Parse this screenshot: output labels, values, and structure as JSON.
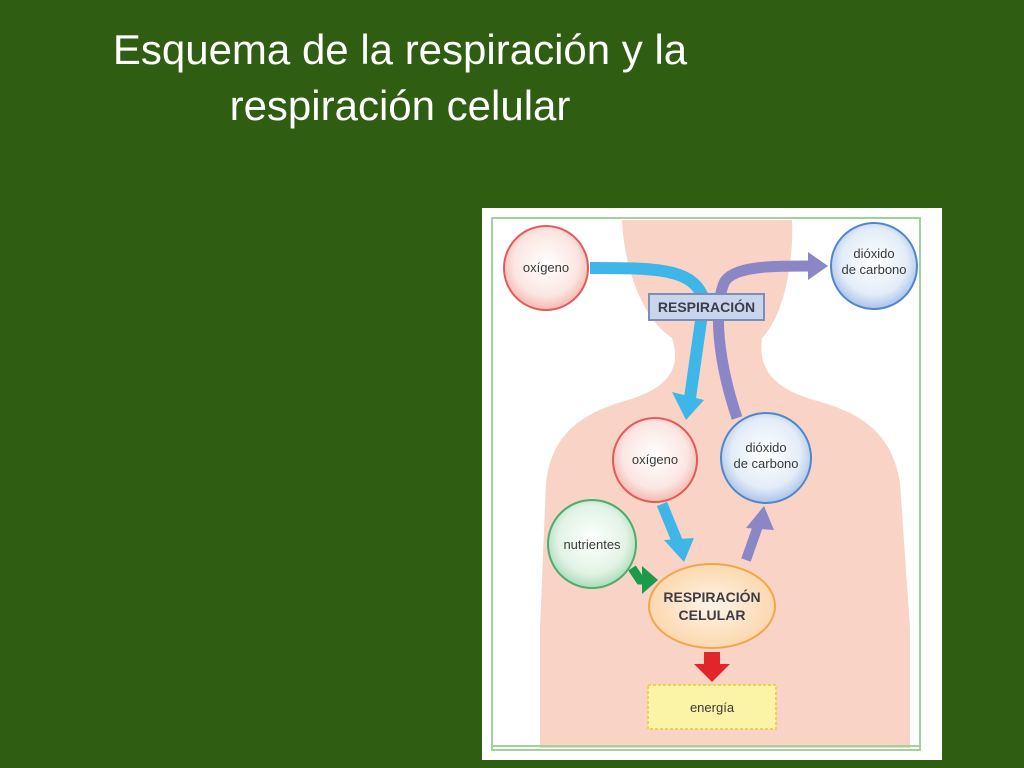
{
  "slide": {
    "title_line1": "Esquema de la respiración y la",
    "title_line2": "respiración celular"
  },
  "diagram": {
    "oxygen_outer": "oxígeno",
    "co2_outer_line1": "dióxido",
    "co2_outer_line2": "de carbono",
    "respiration": "RESPIRACIÓN",
    "oxygen_inner": "oxígeno",
    "co2_inner_line1": "dióxido",
    "co2_inner_line2": "de carbono",
    "nutrients": "nutrientes",
    "cellular_line1": "RESPIRACIÓN",
    "cellular_line2": "CELULAR",
    "energy": "energía"
  },
  "colors": {
    "background": "#2f5e12",
    "body_skin": "#f8d3c6",
    "oxygen_arrow": "#3fb6e8",
    "co2_arrow": "#8b86c6",
    "nutrients_arrow": "#1a9a4a",
    "energy_arrow": "#e0262b",
    "oxygen_node": "#e25b5b",
    "co2_node": "#4f86cc",
    "nutrients_node": "#4dad6b",
    "energy_box": "#fbf3a6"
  }
}
